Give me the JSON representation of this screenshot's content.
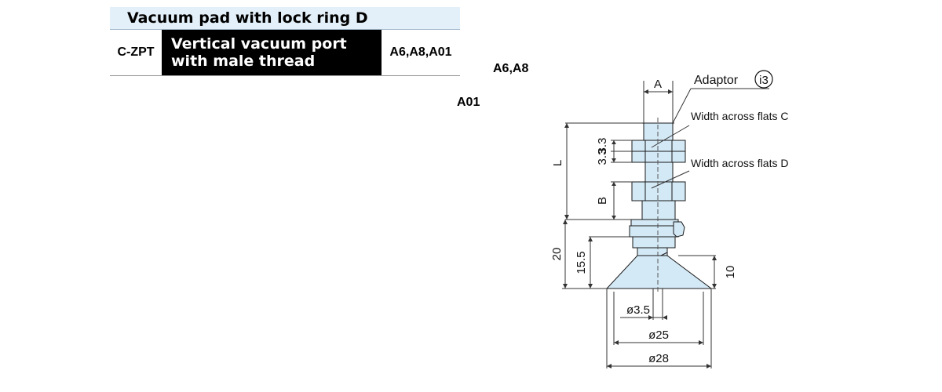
{
  "header": {
    "title": "Vacuum pad with lock ring D"
  },
  "spec": {
    "series": "C-ZPT",
    "description_line1": "Vertical vacuum port",
    "description_line2": "with male thread",
    "codes": "A6,A8,A01"
  },
  "variant_labels": {
    "a6_a8": "A6,A8",
    "a01": "A01"
  },
  "drawing": {
    "adaptor_label": "Adaptor",
    "adaptor_ref": "i3",
    "flats_c_label": "Width across flats C",
    "flats_d_label": "Width across flats D",
    "dims": {
      "a": "A",
      "l": "L",
      "b": "B",
      "h33a": "3.3",
      "h33b": "3.3",
      "h20": "20",
      "h155": "15.5",
      "h10": "10",
      "d35": "ø3.5",
      "d25": "ø25",
      "d28": "ø28"
    },
    "colors": {
      "body_fill": "#d4e9f6",
      "outline": "#1a1a1a",
      "dim_line": "#333333"
    }
  }
}
